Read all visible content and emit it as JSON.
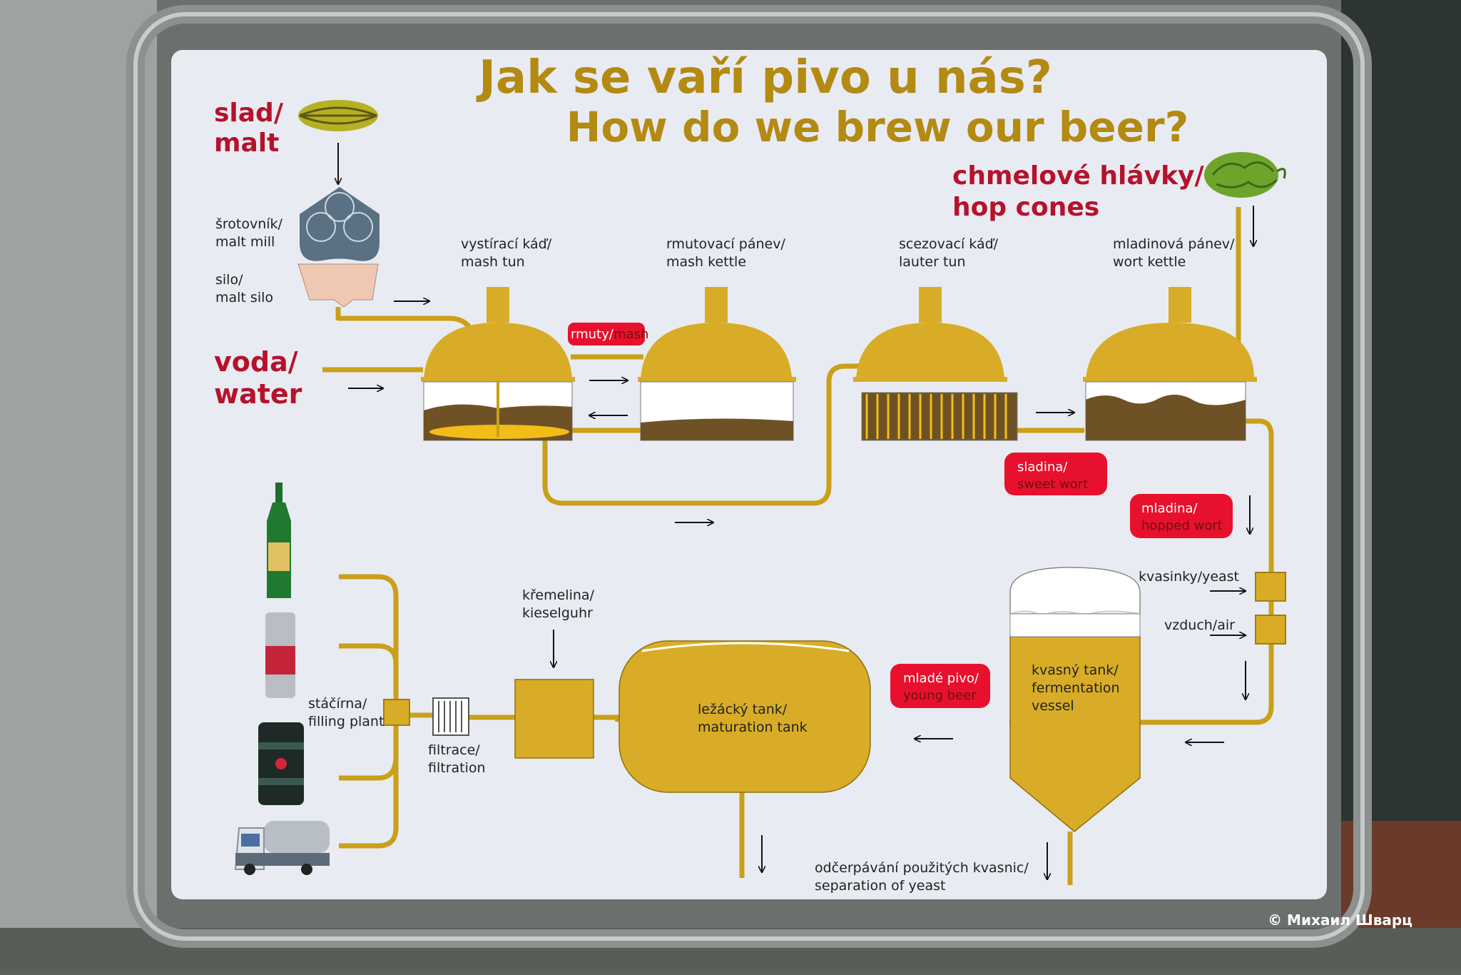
{
  "title_cz": "Jak se vaří pivo u nás?",
  "title_en": "How do we brew our beer?",
  "inputs": {
    "malt_cz": "slad/",
    "malt_en": "malt",
    "water_cz": "voda/",
    "water_en": "water",
    "hops_cz": "chmelové hlávky/",
    "hops_en": "hop cones"
  },
  "labels": {
    "mill_cz": "šrotovník/",
    "mill_en": "malt mill",
    "silo_cz": "silo/",
    "silo_en": "malt silo",
    "mash_tun_cz": "vystírací káď/",
    "mash_tun_en": "mash tun",
    "mash_kettle_cz": "rmutovací pánev/",
    "mash_kettle_en": "mash kettle",
    "lauter_cz": "scezovací káď/",
    "lauter_en": "lauter tun",
    "wort_kettle_cz": "mladinová pánev/",
    "wort_kettle_en": "wort kettle",
    "yeast": "kvasinky/yeast",
    "air": "vzduch/air",
    "ferm_cz": "kvasný tank/",
    "ferm_en1": "fermentation",
    "ferm_en2": "vessel",
    "matur_cz": "ležácký tank/",
    "matur_en": "maturation tank",
    "kiesel_cz": "křemelina/",
    "kiesel_en": "kieselguhr",
    "filtr_cz": "filtrace/",
    "filtr_en": "filtration",
    "filling_cz": "stáčírna/",
    "filling_en": "filling plant",
    "separation_cz": "odčerpávání použitých kvasnic/",
    "separation_en": "separation of yeast"
  },
  "pills": {
    "mash_cz": "rmuty/",
    "mash_en": "mash",
    "sweet_cz": "sladina/",
    "sweet_en": "sweet wort",
    "hopped_cz": "mladina/",
    "hopped_en": "hopped wort",
    "young_cz": "mladé pivo/",
    "young_en": "young beer"
  },
  "credit": "© Михаил Шварц",
  "colors": {
    "board": "#e9ebf2",
    "pipe": "#c9a018",
    "vessel": "#d8ac26",
    "liquid": "#6e5226",
    "pill": "#e8112d",
    "title": "#b38a12",
    "red_text": "#b5122c"
  }
}
